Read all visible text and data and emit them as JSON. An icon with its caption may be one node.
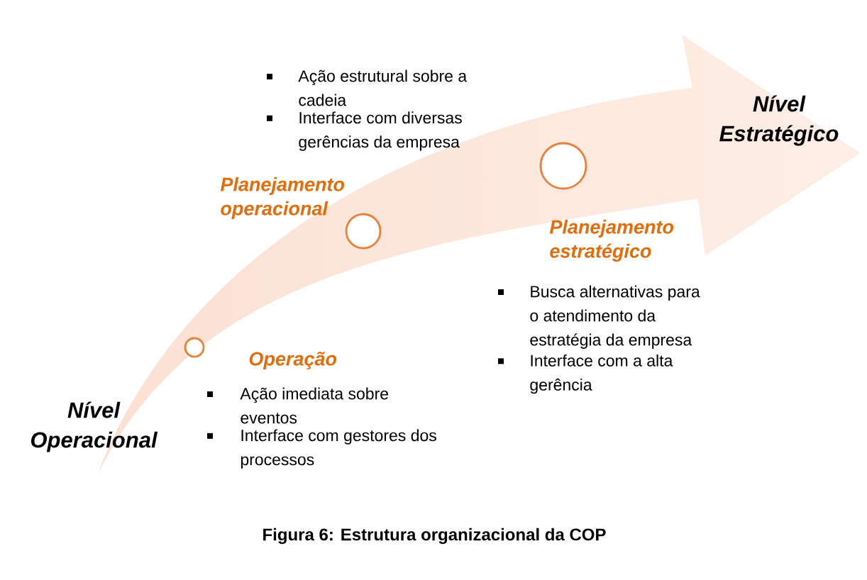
{
  "diagram": {
    "caption": "Figura 6: Estrutura organizacional da COP",
    "nodes": [
      {
        "text": [
          "Nível Estratégico"
        ]
      },
      {
        "text": [],
        "shape": "circle",
        "in": 0,
        "beside": [
          "Operação",
          "Ação imediata sobre eventos",
          "Interface com gestores dos processos"
        ]
      },
      {
        "text": [],
        "shape": "circle",
        "in": 0,
        "beside": [
          "Planejamento operacional",
          "Ação estrutural sobre a cadeia",
          "Interface com diversas gerências da empresa"
        ]
      },
      {
        "text": [],
        "shape": "circle",
        "in": 0,
        "beside": [
          "Planejamento estratégico",
          "Busca alternativas para o atendimento da estratégia da empresa",
          "Interface com a alta gerência"
        ]
      }
    ],
    "labels": [
      "Nível Operacional"
    ]
  }
}
